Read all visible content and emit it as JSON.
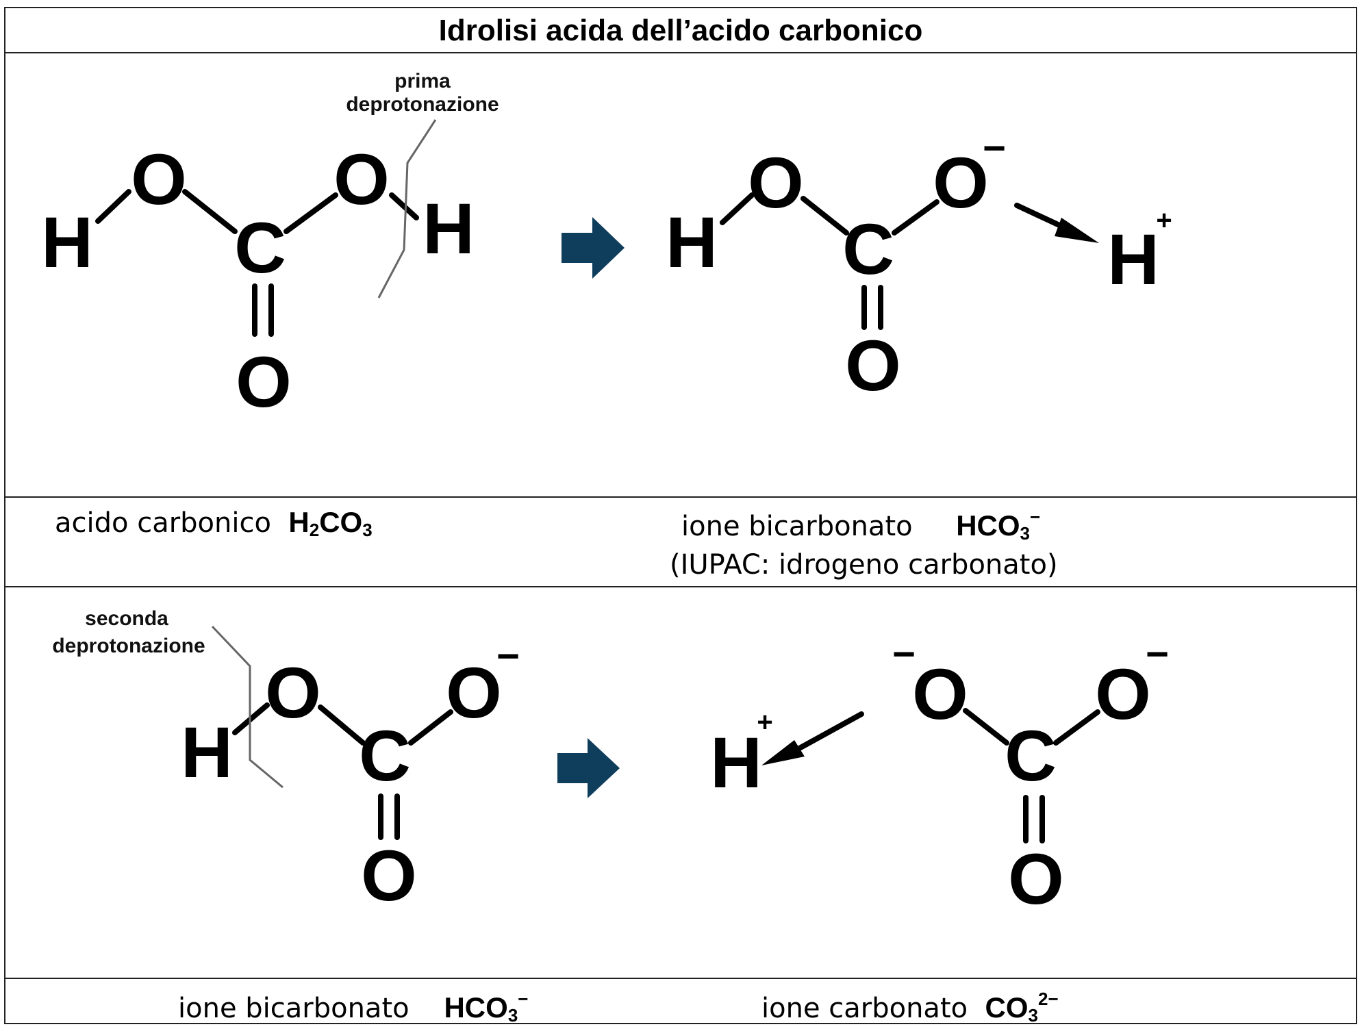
{
  "title": "Idrolisi acida dell’acido carbonico",
  "row1": {
    "annotation": [
      "prima",
      "deprotonazione"
    ],
    "left_caption": {
      "name": "acido carbonico",
      "formula": [
        "H",
        "2",
        "CO",
        "3"
      ]
    },
    "right_caption": {
      "name": "ione bicarbonato",
      "formula": [
        "HCO",
        "3",
        "−"
      ],
      "iupac": "(IUPAC: idrogeno carbonato)"
    }
  },
  "row2": {
    "annotation": [
      "seconda",
      "deprotonazione"
    ],
    "left_caption": {
      "name": "ione bicarbonato",
      "formula": [
        "HCO",
        "3",
        "−"
      ]
    },
    "right_caption": {
      "name": "ione carbonato",
      "formula": [
        "CO",
        "3",
        "2−"
      ]
    }
  },
  "atoms": {
    "H": "H",
    "O": "O",
    "C": "C",
    "plus": "+",
    "minus": "−"
  },
  "colors": {
    "arrow": "#0f3d5c",
    "line": "#000000",
    "annotation_line": "#666666"
  }
}
